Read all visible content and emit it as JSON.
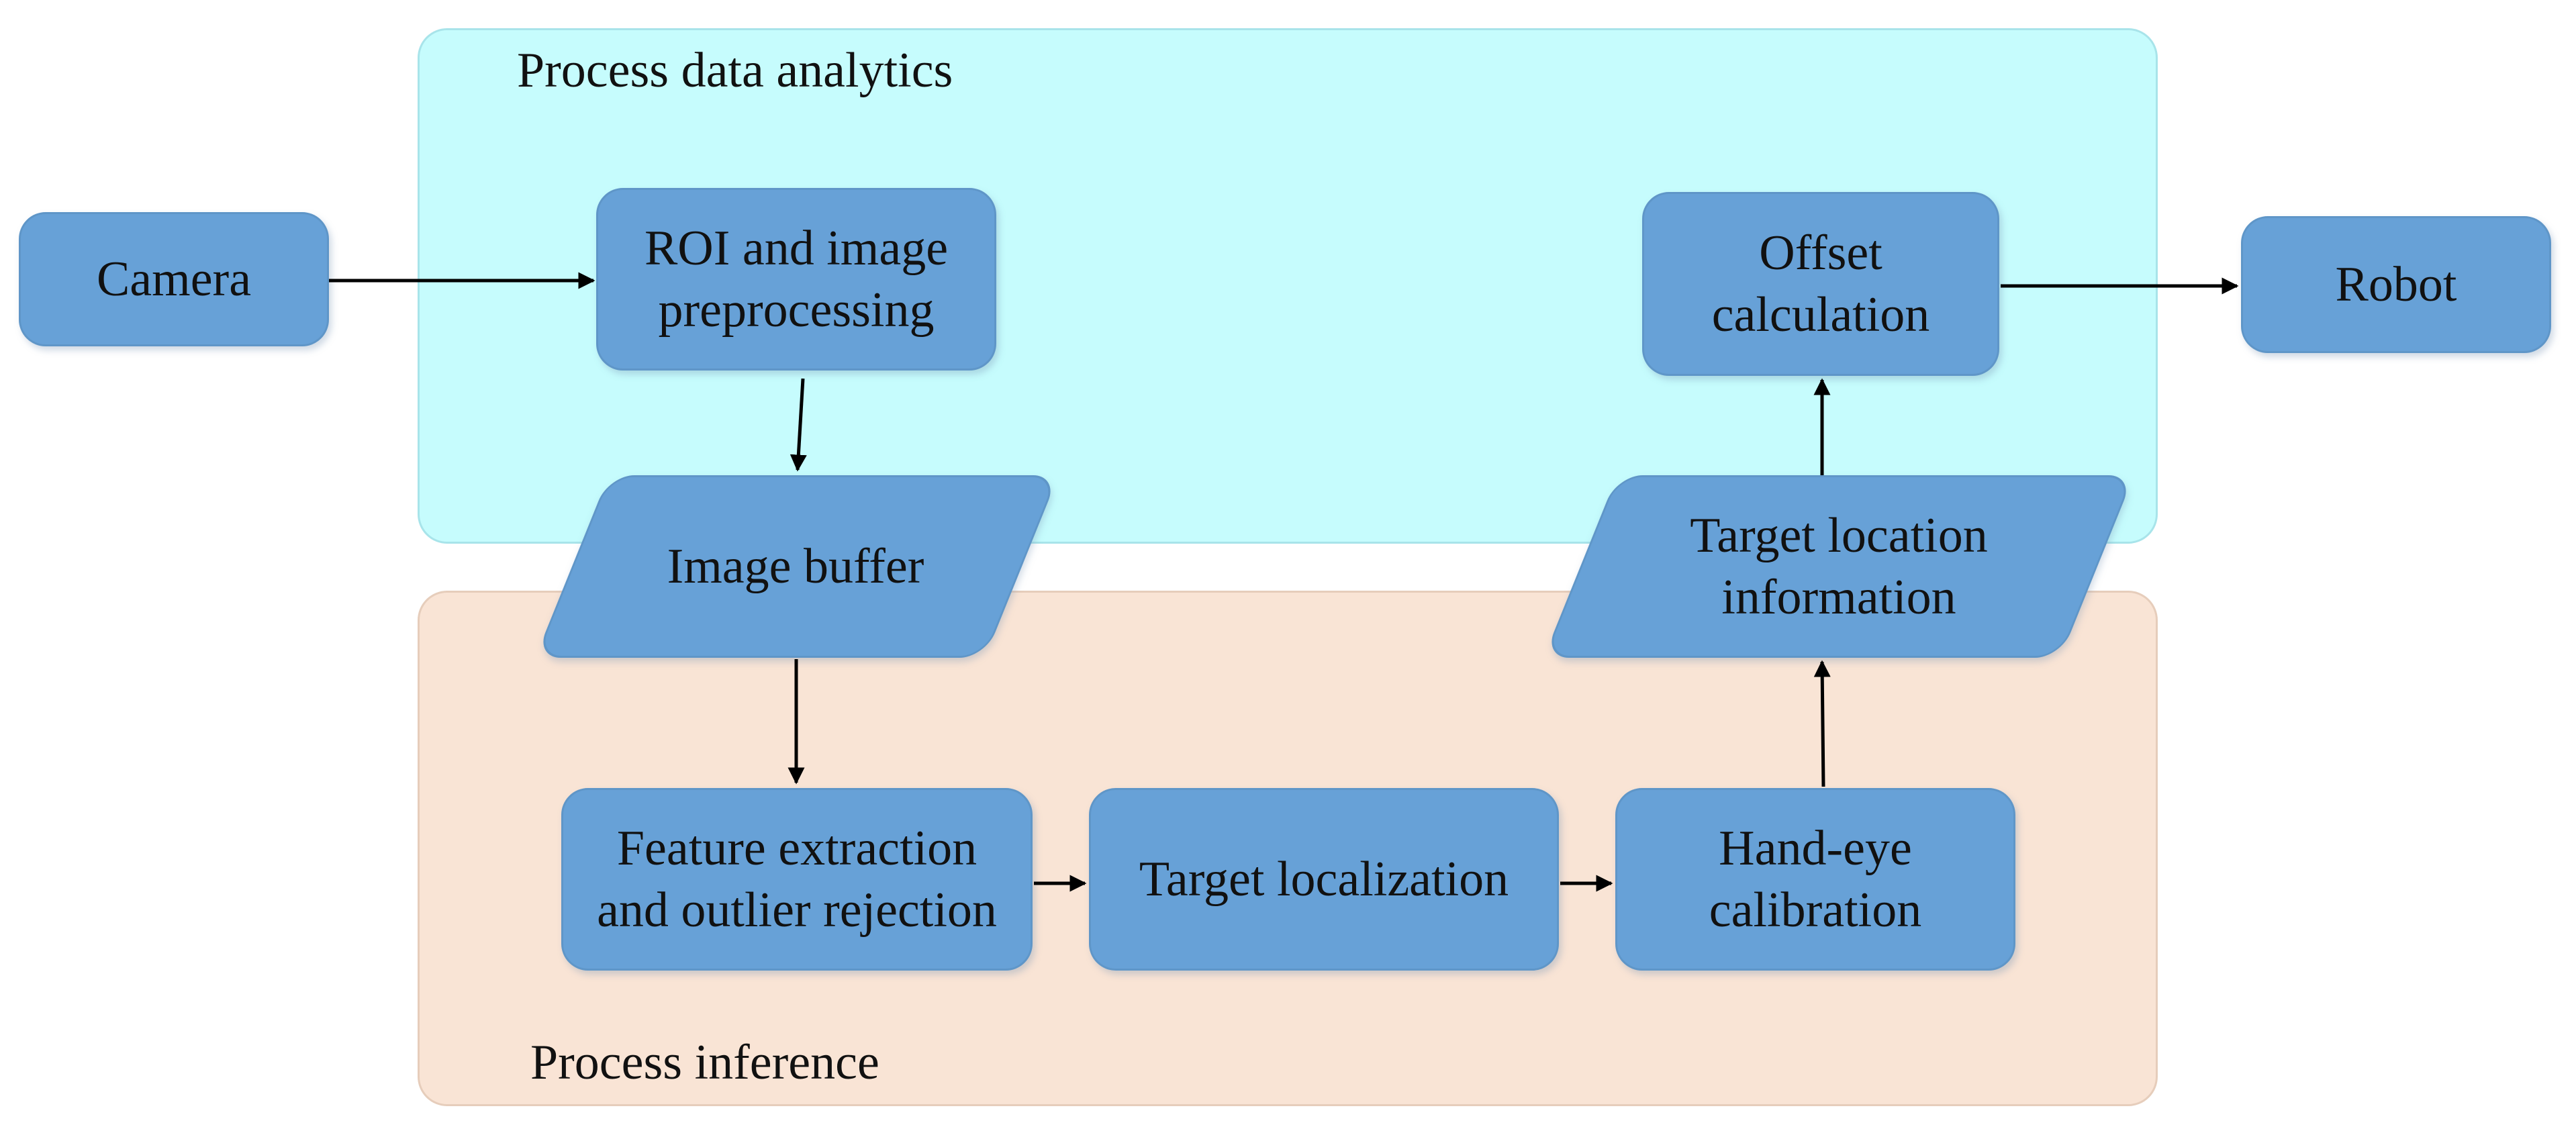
{
  "regions": {
    "analytics_label": "Process data analytics",
    "inference_label": "Process inference"
  },
  "nodes": {
    "camera": "Camera",
    "roi": "ROI and image\npreprocessing",
    "image_buffer": "Image buffer",
    "feature": "Feature extraction\nand outlier rejection",
    "target_localization": "Target localization",
    "hand_eye": "Hand-eye\ncalibration",
    "target_location_info": "Target location\ninformation",
    "offset": "Offset\ncalculation",
    "robot": "Robot"
  },
  "colors": {
    "analytics_fill": "#c6fcfd",
    "inference_fill": "#f9e4d5",
    "node_fill": "#67a1d7",
    "arrow": "#000000"
  }
}
